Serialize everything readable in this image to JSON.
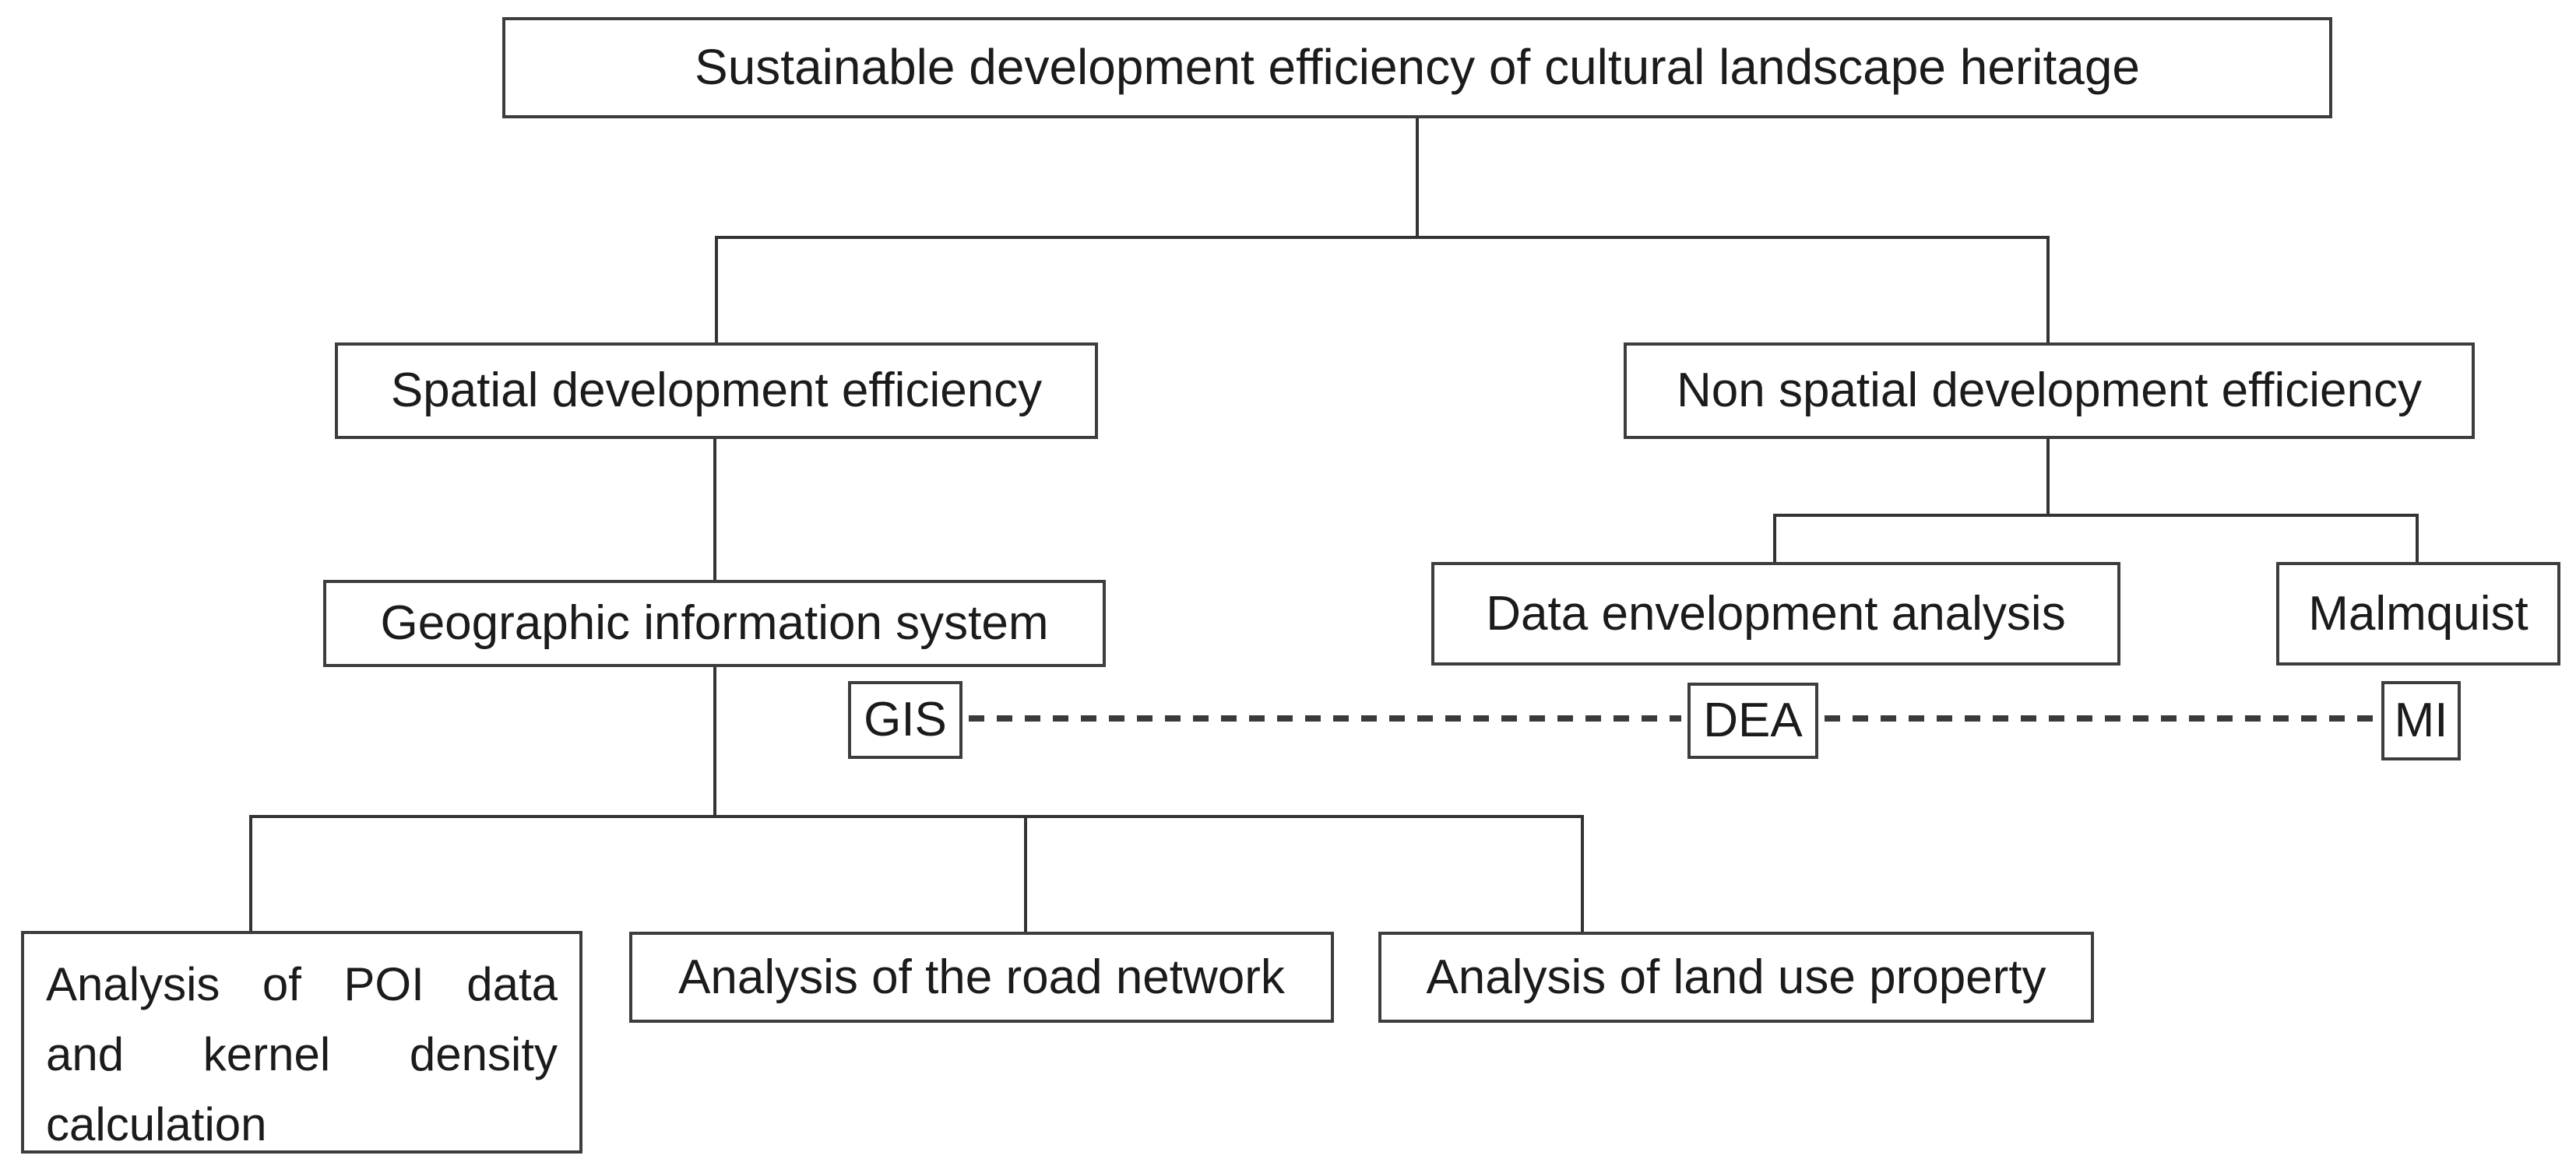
{
  "diagram": {
    "root_label": "Sustainable development efficiency of cultural landscape heritage",
    "spatial": {
      "label": "Spatial development efficiency",
      "system": {
        "label": "Geographic information system",
        "abbr": "GIS"
      },
      "analyses": [
        {
          "label": "Analysis of POI data and kernel density calculation"
        },
        {
          "label": "Analysis of the road network"
        },
        {
          "label": "Analysis of land use property"
        }
      ]
    },
    "non_spatial": {
      "label": "Non spatial development efficiency",
      "methods": [
        {
          "label": "Data envelopment analysis",
          "abbr": "DEA"
        },
        {
          "label": "Malmquist",
          "abbr": "MI"
        }
      ]
    },
    "colors": {
      "background": "#ffffff",
      "box_border": "#3d3d3d",
      "connector": "#333333",
      "text": "#1b1b1b"
    }
  }
}
